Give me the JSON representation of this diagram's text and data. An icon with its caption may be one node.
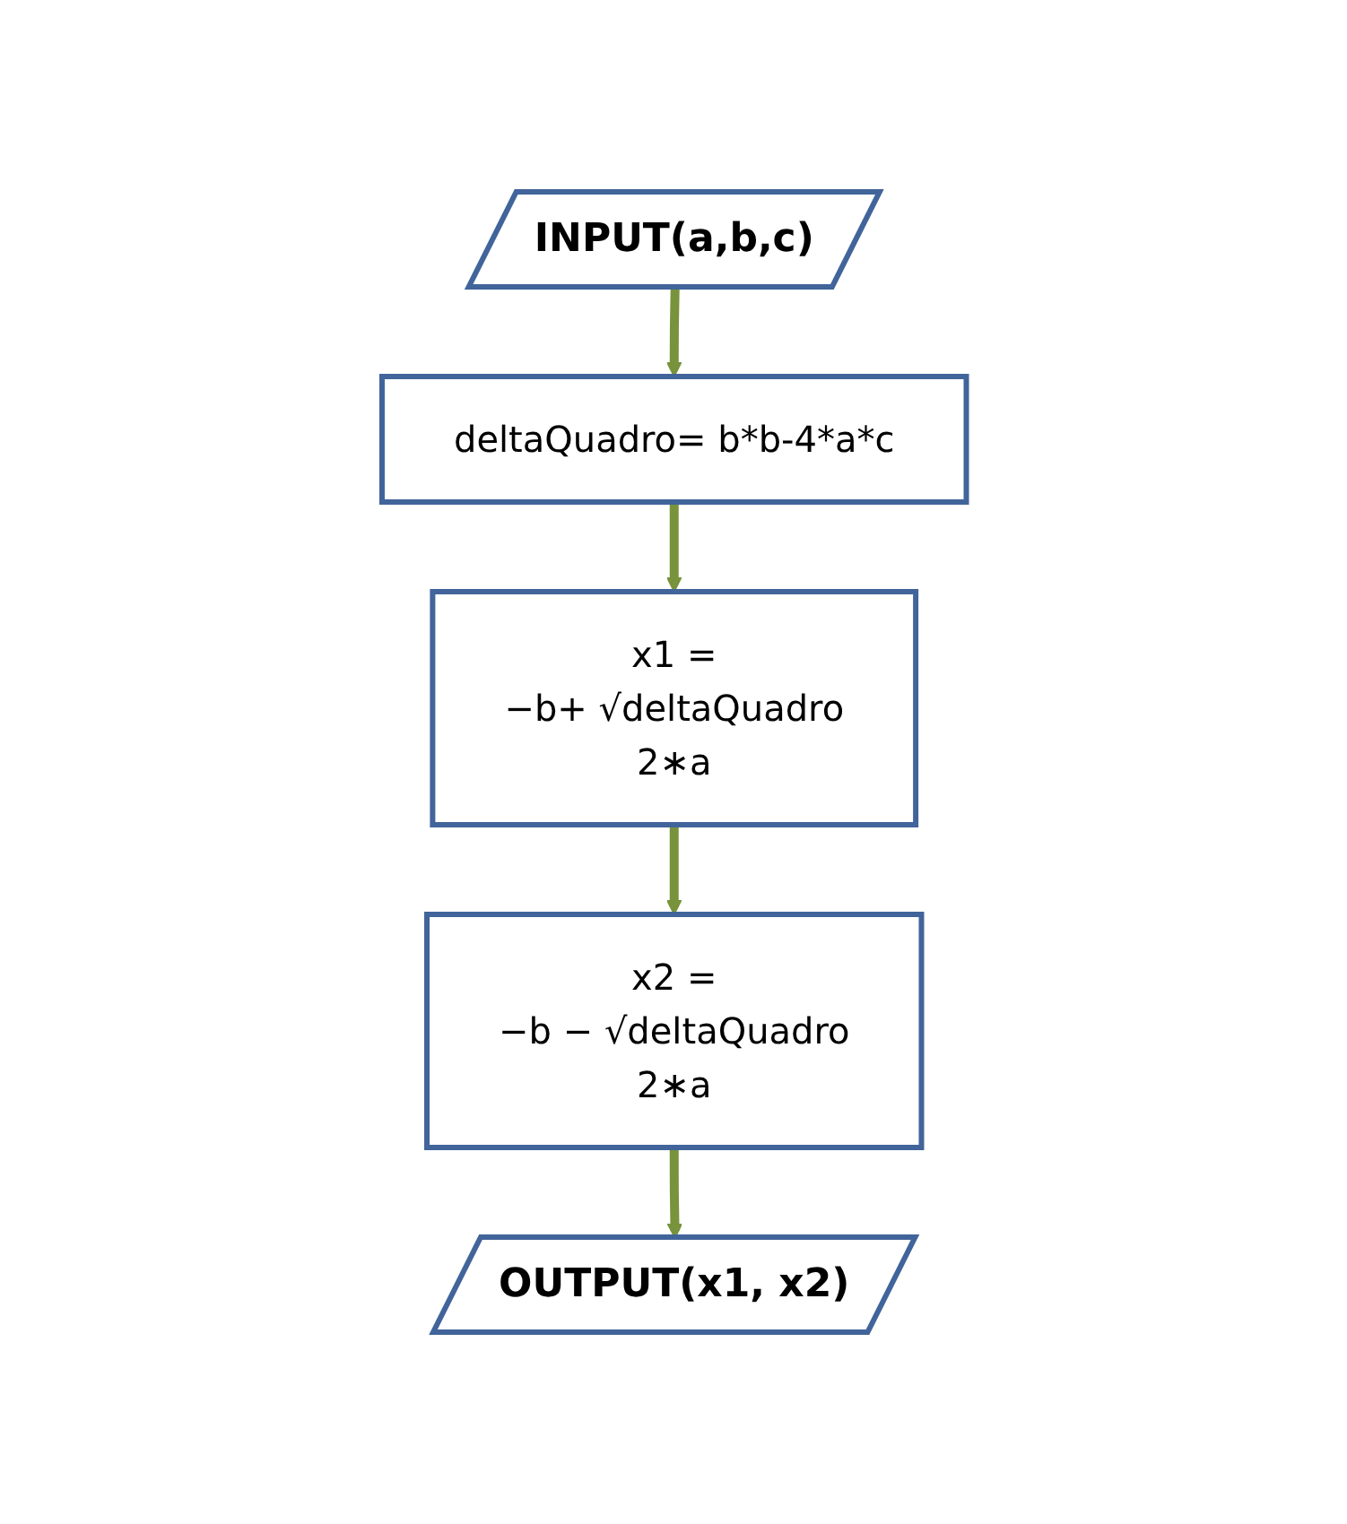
{
  "diagram": {
    "nodes": [
      {
        "text": [
          "INPUT(a,b,c)"
        ]
      },
      {
        "text": [
          "deltaQuadro= b*b-4*a*c"
        ]
      },
      {
        "text": [
          "x1 =",
          "−b+ √deltaQuadro",
          "2∗a"
        ]
      },
      {
        "text": [
          "x2 =",
          "−b − √deltaQuadro",
          "2∗a"
        ]
      },
      {
        "text": [
          "OUTPUT(x1, x2)"
        ]
      }
    ],
    "edges": [
      {
        "from": 0,
        "to": 1,
        "arrow": "to"
      },
      {
        "from": 1,
        "to": 2,
        "arrow": "to"
      },
      {
        "from": 2,
        "to": 3,
        "arrow": "to"
      },
      {
        "from": 3,
        "to": 4,
        "arrow": "to"
      }
    ]
  }
}
